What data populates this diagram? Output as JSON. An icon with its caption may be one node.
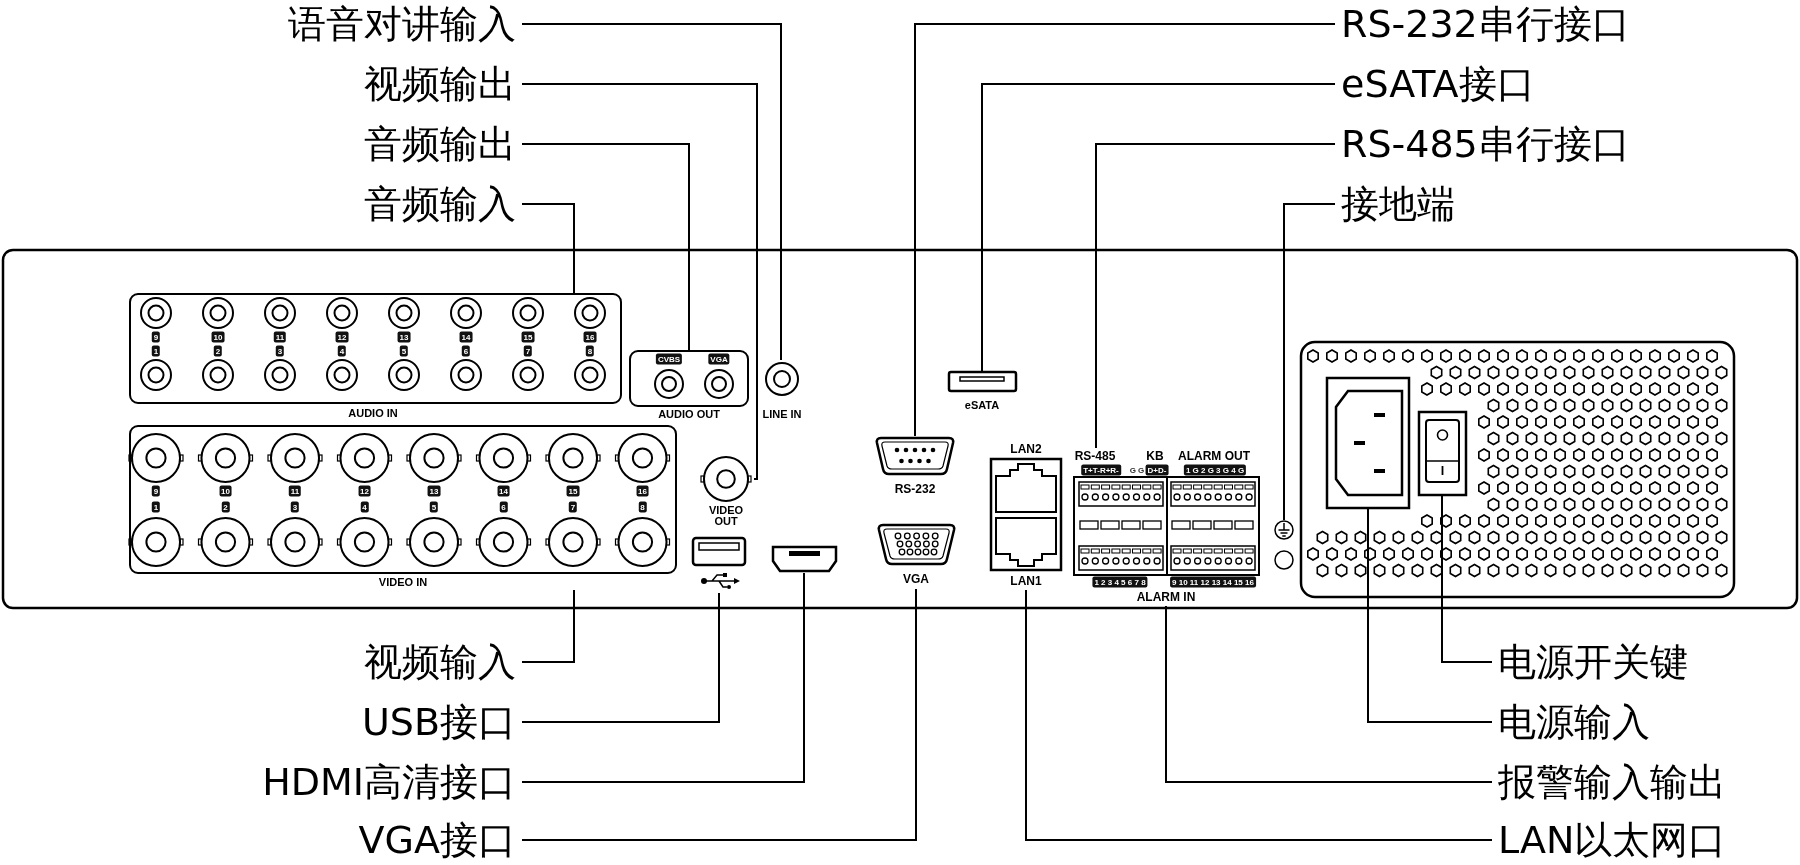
{
  "diagram": {
    "nodes": [
      {
        "text": [
          "语音对讲输入"
        ]
      },
      {
        "text": [
          "视频输出"
        ]
      },
      {
        "text": [
          "音频输出"
        ]
      },
      {
        "text": [
          "音频输入"
        ]
      },
      {
        "text": [
          "RS-232串行接口"
        ]
      },
      {
        "text": [
          "eSATA接口"
        ]
      },
      {
        "text": [
          "RS-485串行接口"
        ]
      },
      {
        "text": [
          "接地端"
        ]
      },
      {
        "text": [
          "AUDIO IN"
        ]
      },
      {
        "text": [
          "CVBS",
          "VGA",
          "AUDIO OUT"
        ]
      },
      {
        "text": [
          "LINE IN"
        ]
      },
      {
        "text": [
          "eSATA"
        ]
      },
      {
        "text": [
          "RS-232"
        ]
      },
      {
        "text": [
          "VIDEO IN"
        ]
      },
      {
        "text": [
          "VIDEO OUT"
        ]
      },
      {
        "text": [
          "LAN2",
          "LAN1"
        ]
      },
      {
        "text": [
          "RS-485",
          "KB",
          "ALARM OUT",
          "T+T-R+R-",
          "G G",
          "D+D-",
          "1 G 2 G 3 G 4 G",
          "1 2 3 4 5 6 7 8",
          "9 10 11 12 13 14 15 16",
          "ALARM IN"
        ]
      },
      {
        "text": [],
        "shape": "circle"
      },
      {
        "text": [],
        "shape": "socket"
      },
      {
        "text": [],
        "shape": "switch"
      },
      {
        "text": [],
        "shape": "port"
      },
      {
        "text": [],
        "shape": "port"
      },
      {
        "text": [
          "VGA"
        ]
      },
      {
        "text": [
          "视频输入"
        ]
      },
      {
        "text": [
          "USB接口"
        ]
      },
      {
        "text": [
          "HDMI高清接口"
        ]
      },
      {
        "text": [
          "VGA接口"
        ]
      },
      {
        "text": [
          "电源开关键"
        ]
      },
      {
        "text": [
          "电源输入"
        ]
      },
      {
        "text": [
          "报警输入输出"
        ]
      },
      {
        "text": [
          "LAN以太网口"
        ]
      }
    ],
    "edges": [
      {
        "from": 0,
        "to": 10,
        "arrow": "none"
      },
      {
        "from": 1,
        "to": 14,
        "arrow": "none"
      },
      {
        "from": 2,
        "to": 9,
        "arrow": "none"
      },
      {
        "from": 3,
        "to": 8,
        "arrow": "none"
      },
      {
        "from": 4,
        "to": 12,
        "arrow": "none"
      },
      {
        "from": 5,
        "to": 11,
        "arrow": "none"
      },
      {
        "from": 6,
        "to": 16,
        "arrow": "none"
      },
      {
        "from": 7,
        "to": 17,
        "arrow": "none"
      },
      {
        "from": 23,
        "to": 13,
        "arrow": "none"
      },
      {
        "from": 24,
        "to": 20,
        "arrow": "none"
      },
      {
        "from": 25,
        "to": 21,
        "arrow": "none"
      },
      {
        "from": 26,
        "to": 22,
        "arrow": "none"
      },
      {
        "from": 27,
        "to": 19,
        "arrow": "none"
      },
      {
        "from": 28,
        "to": 18,
        "arrow": "none"
      },
      {
        "from": 29,
        "to": 16,
        "arrow": "none"
      },
      {
        "from": 30,
        "to": 15,
        "arrow": "none"
      }
    ],
    "labels": [
      "9",
      "10",
      "11",
      "12",
      "13",
      "14",
      "15",
      "16",
      "1",
      "2",
      "3",
      "4",
      "5",
      "6",
      "7",
      "8",
      "9",
      "10",
      "11",
      "12",
      "13",
      "14",
      "15",
      "16",
      "1",
      "2",
      "3",
      "4",
      "5",
      "6",
      "7",
      "8"
    ]
  }
}
